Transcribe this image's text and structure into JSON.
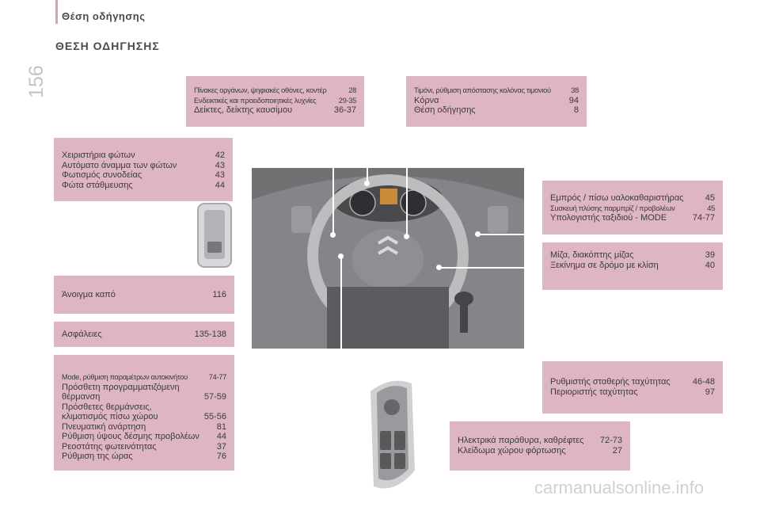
{
  "header": {
    "title": "Θέση οδήγησης",
    "page_number": "156",
    "section_title": "ΘΕΣΗ ΟΔΗΓΗΣΗΣ"
  },
  "boxes": {
    "instruments": {
      "rows": [
        {
          "text": "Πίνακες οργάνων, ψηφιακές οθόνες, κοντέρ",
          "page": "28"
        },
        {
          "text": "Ενδεικτικές και προειδοποιητικές λυχνίες",
          "page": "29-35"
        },
        {
          "text": "Δείκτες, δείκτης καυσίμου",
          "page": "36-37"
        }
      ]
    },
    "steering": {
      "rows": [
        {
          "text": "Τιμόνι, ρύθμιση απόστασης κολόνας τιμονιού",
          "page": "38"
        },
        {
          "text": "Κόρνα",
          "page": "94"
        },
        {
          "text": "Θέση οδήγησης",
          "page": "8"
        }
      ]
    },
    "lights": {
      "rows": [
        {
          "text": "Χειριστήρια φώτων",
          "page": "42"
        },
        {
          "text": "Αυτόματο άναμμα των φώτων",
          "page": "43"
        },
        {
          "text": "Φωτισμός συνοδείας",
          "page": "43"
        },
        {
          "text": "Φώτα στάθμευσης",
          "page": "44"
        }
      ]
    },
    "wipers": {
      "rows": [
        {
          "text": "Εμπρός / πίσω υαλοκαθαριστήρας",
          "page": "45"
        },
        {
          "text": "Συσκευή πλύσης παρμπρίζ / προβολέων",
          "page": "45"
        },
        {
          "text": "Υπολογιστής ταξιδιού - MODE",
          "page": "74-77"
        }
      ]
    },
    "ignition": {
      "rows": [
        {
          "text": "Μίζα, διακόπτης μίζας",
          "page": "39"
        },
        {
          "text": "Ξεκίνημα σε δρόμο με κλίση",
          "page": "40"
        }
      ]
    },
    "bonnet": {
      "rows": [
        {
          "text": "Άνοιγμα καπό",
          "page": "116"
        }
      ]
    },
    "fuses": {
      "rows": [
        {
          "text": "Ασφάλειες",
          "page": "135-138"
        }
      ]
    },
    "settings": {
      "r0": {
        "text": "Mode, ρύθμιση παραμέτρων αυτοκινήτου",
        "page": "74-77"
      },
      "r1": {
        "text": "Πρόσθετη προγραμματιζόμενη"
      },
      "r2": {
        "text": "θέρμανση",
        "page": "57-59"
      },
      "r3": {
        "text": "Πρόσθετες θερμάνσεις,"
      },
      "r4": {
        "text": "κλιματισμός πίσω χώρου",
        "page": "55-56"
      },
      "r5": {
        "text": "Πνευματική ανάρτηση",
        "page": "81"
      },
      "r6": {
        "text": "Ρύθμιση ύψους δέσμης προβολέων",
        "page": "44"
      },
      "r7": {
        "text": "Ρεοστάτης φωτεινότητας",
        "page": "37"
      },
      "r8": {
        "text": "Ρύθμιση της ώρας",
        "page": "76"
      }
    },
    "cruise": {
      "rows": [
        {
          "text": "Ρυθμιστής σταθερής ταχύτητας",
          "page": "46-48"
        },
        {
          "text": "Περιοριστής ταχύτητας",
          "page": "97"
        }
      ]
    },
    "windows": {
      "rows": [
        {
          "text": "Ηλεκτρικά παράθυρα, καθρέφτες",
          "page": "72-73"
        },
        {
          "text": "Κλείδωμα χώρου φόρτωσης",
          "page": "27"
        }
      ]
    }
  },
  "footer": {
    "watermark": "carmanualsonline.info"
  },
  "colors": {
    "box": "#ddb5c3",
    "accent": "#c9aab6",
    "dashboard": "#6a6a6d"
  }
}
